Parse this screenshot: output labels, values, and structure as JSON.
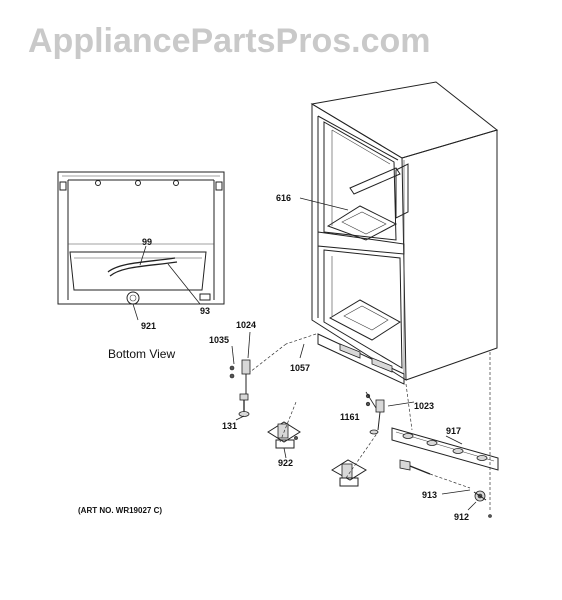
{
  "watermark": "AppliancePartsPros.com",
  "caption": "Bottom View",
  "art_number": "(ART NO. WR19027 C)",
  "parts": {
    "p616": "616",
    "p99": "99",
    "p93": "93",
    "p921": "921",
    "p1024": "1024",
    "p1035": "1035",
    "p1057": "1057",
    "p131": "131",
    "p922": "922",
    "p1161": "1161",
    "p1023": "1023",
    "p917": "917",
    "p913": "913",
    "p912": "912"
  }
}
